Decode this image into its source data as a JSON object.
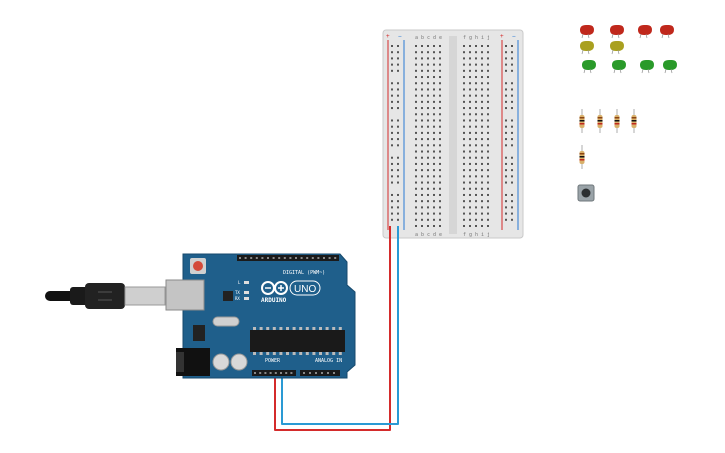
{
  "arduino": {
    "brand_text": "ARDUINO",
    "model_text": "UNO",
    "digital_header": "DIGITAL (PWM~)",
    "power_header": "POWER",
    "analog_header": "ANALOG IN",
    "tx_label": "TX",
    "rx_label": "RX",
    "l_label": "L"
  },
  "breadboard": {
    "column_letters_left": [
      "a",
      "b",
      "c",
      "d",
      "e"
    ],
    "column_letters_right": [
      "f",
      "g",
      "h",
      "i",
      "j"
    ],
    "row_count": 30,
    "power_plus": "+",
    "power_minus": "−"
  },
  "components": {
    "leds": {
      "red_count": 4,
      "yellow_count": 2,
      "green_count": 4,
      "colors": {
        "red": "#c0281c",
        "yellow": "#a9a01f",
        "green": "#2a9a2a"
      }
    },
    "resistors_row_count": 4,
    "resistor_single_count": 1,
    "pushbutton": "pushbutton"
  },
  "wires": {
    "power_color": "#d42b2b",
    "ground_color": "#2a9ad4"
  },
  "colors": {
    "board_blue": "#1f5f8b",
    "board_blue_light": "#2a73a6",
    "breadboard_bg": "#e8e8e8"
  }
}
